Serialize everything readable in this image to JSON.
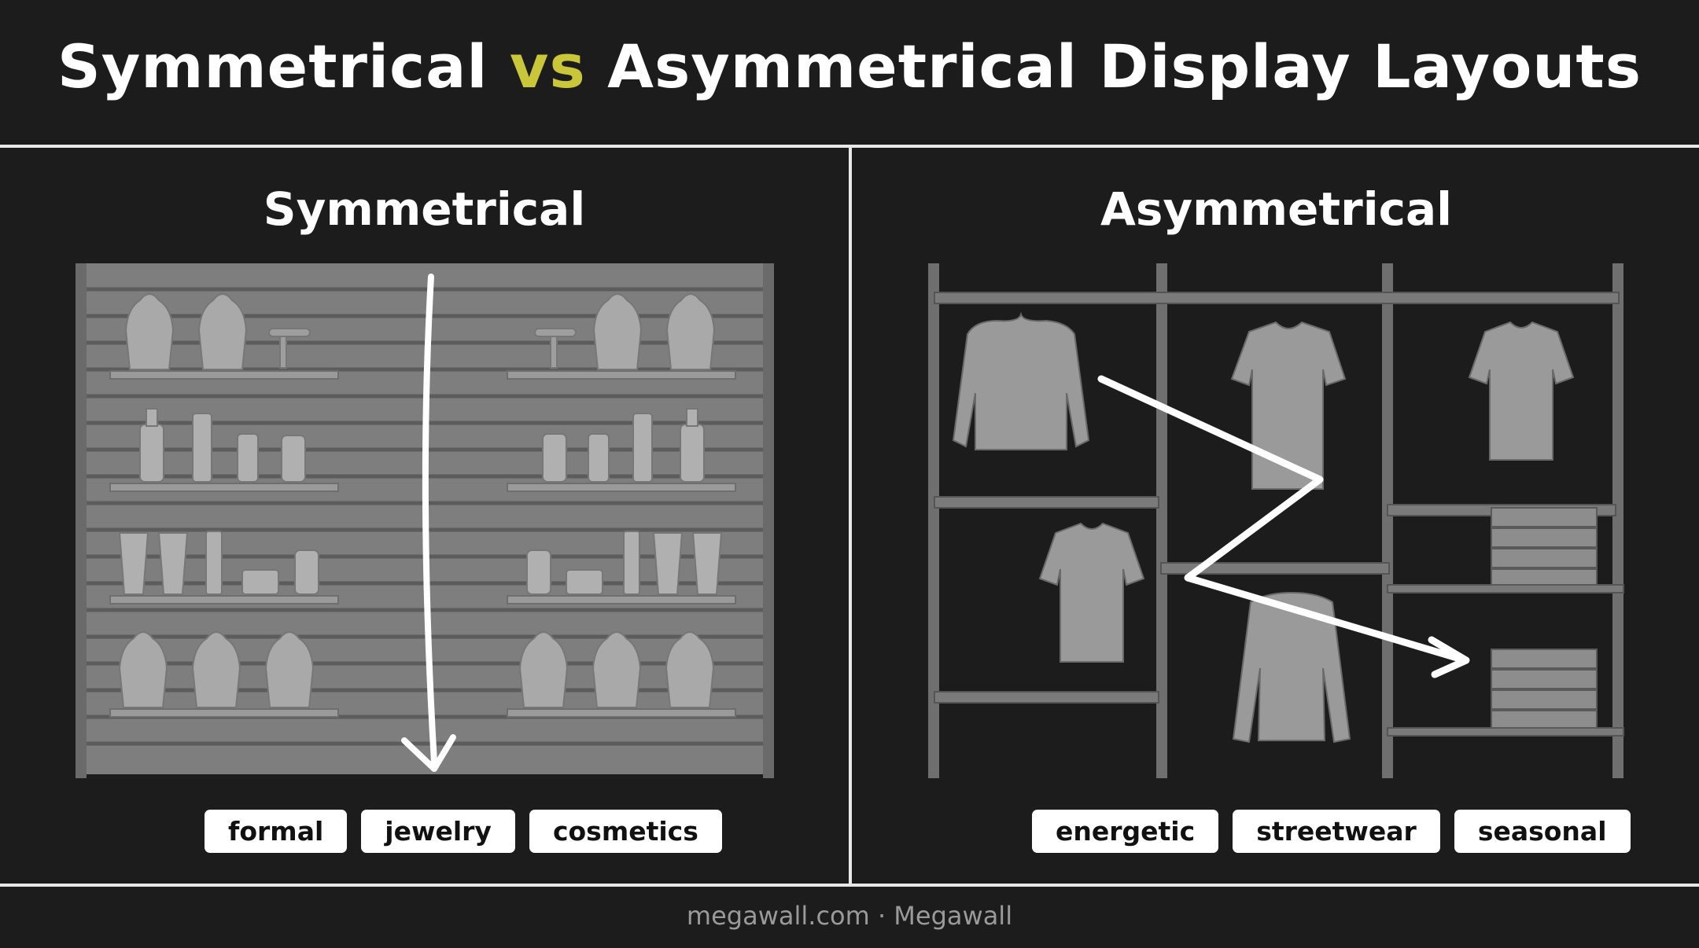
{
  "title": {
    "part1": "Symmetrical",
    "part2": "vs",
    "part3": "Asymmetrical Display Layouts"
  },
  "colors": {
    "background": "#1c1c1c",
    "accent": "#c9c63a",
    "divider": "#e8e8e8",
    "tag_bg": "#ffffff"
  },
  "left_panel": {
    "heading": "Symmetrical",
    "tags": [
      "formal",
      "jewelry",
      "cosmetics"
    ]
  },
  "right_panel": {
    "heading": "Asymmetrical",
    "tags": [
      "energetic",
      "streetwear",
      "seasonal"
    ]
  },
  "footer": "megawall.com · Megawall"
}
